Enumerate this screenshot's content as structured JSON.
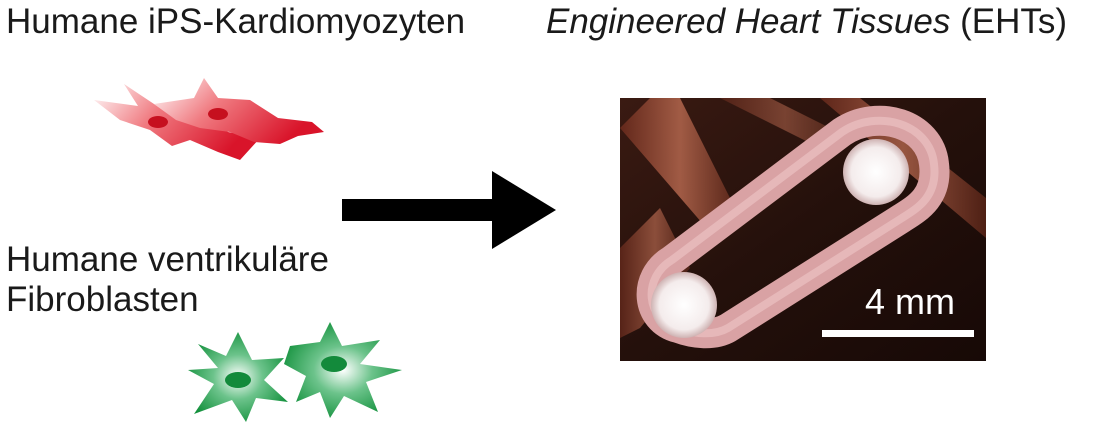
{
  "labels": {
    "ips_cardiomyocytes": "Humane iPS-Kardiomyozyten",
    "fibroblasts_line1": "Humane ventrikuläre",
    "fibroblasts_line2": "Fibroblasten",
    "eht_italic": "Engineered Heart Tissues",
    "eht_abbrev": "(EHTs)"
  },
  "photo": {
    "scale_bar_label": "4 mm"
  },
  "colors": {
    "cardiomyocyte": "#e0202e",
    "fibroblast": "#1f9a45",
    "arrow": "#000000",
    "tissue": "#d99a9c",
    "background_photo": "#2a130d"
  }
}
